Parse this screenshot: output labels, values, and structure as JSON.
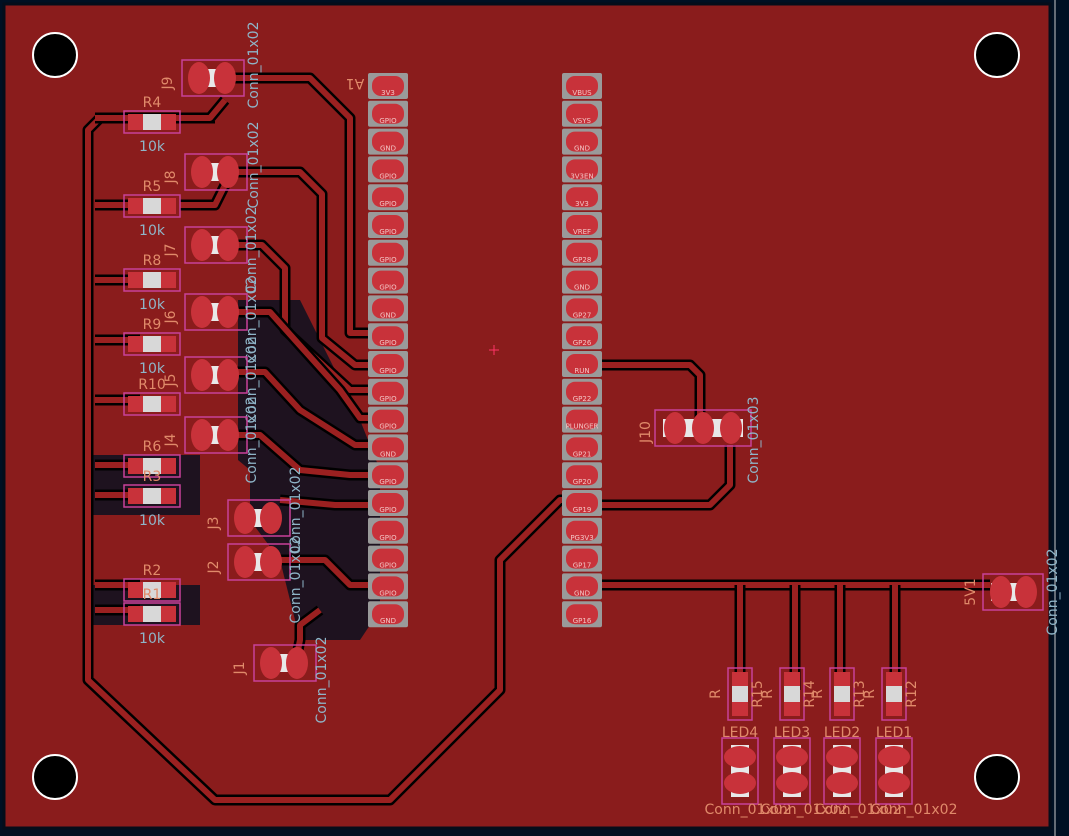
{
  "colors": {
    "background": "#001023",
    "copper": "#8a1c1c",
    "trace": "#9b2020",
    "outline": "#050d1a",
    "pad": "#c8323a",
    "pin_bg": "#9a9a9a",
    "silk_ref": "#e08a6a",
    "silk_value": "#8fb5c8",
    "courtyard": "#c8419a",
    "hole": "#ffffff"
  },
  "header_left": {
    "ref": "A1",
    "pin_labels": [
      "3V3",
      "GPIO",
      "GND",
      "GPIO",
      "GPIO",
      "GPIO",
      "GPIO",
      "GPIO",
      "GND",
      "GPIO",
      "GPIO",
      "GPIO",
      "GPIO",
      "GND",
      "GPIO",
      "GPIO",
      "GPIO",
      "GPIO",
      "GPIO",
      "GND"
    ]
  },
  "header_right": {
    "pin_labels": [
      "VBUS",
      "VSYS",
      "GND",
      "3V3EN",
      "3V3",
      "VREF",
      "GP28",
      "GND",
      "GP27",
      "GP26",
      "RUN",
      "GP22",
      "PLUNGER",
      "GP21",
      "GP20",
      "GP19",
      "PG3V3",
      "GP17",
      "GND",
      "GP16"
    ]
  },
  "resistors": [
    {
      "ref": "R4",
      "value": "10k"
    },
    {
      "ref": "R5",
      "value": "10k"
    },
    {
      "ref": "R8",
      "value": "10k"
    },
    {
      "ref": "R9",
      "value": "10k"
    },
    {
      "ref": "R10",
      "value": "10k"
    },
    {
      "ref": "R6",
      "value": "10k"
    },
    {
      "ref": "R3",
      "value": "10k"
    },
    {
      "ref": "R2",
      "value": "10k"
    },
    {
      "ref": "R1",
      "value": "10k"
    }
  ],
  "connectors": [
    {
      "ref": "J9",
      "value": "Conn_01x02"
    },
    {
      "ref": "J8",
      "value": "Conn_01x02"
    },
    {
      "ref": "J7",
      "value": "Conn_01x02"
    },
    {
      "ref": "J6",
      "value": "Conn_01x02"
    },
    {
      "ref": "J5",
      "value": "Conn_01x02"
    },
    {
      "ref": "J4",
      "value": "Conn_01x02"
    },
    {
      "ref": "J3",
      "value": "Conn_01x02"
    },
    {
      "ref": "J2",
      "value": "Conn_01x02"
    },
    {
      "ref": "J1",
      "value": "Conn_01x02"
    },
    {
      "ref": "J10",
      "value": "Conn_01x03"
    },
    {
      "ref": "5V1",
      "value": "Conn_01x02"
    }
  ],
  "leds": [
    {
      "ref": "LED4",
      "resistor": "R15",
      "rvalue": "R",
      "value": "Conn_01x02"
    },
    {
      "ref": "LED3",
      "resistor": "R14",
      "rvalue": "R",
      "value": "Conn_01x02"
    },
    {
      "ref": "LED2",
      "resistor": "R13",
      "rvalue": "R",
      "value": "Conn_01x02"
    },
    {
      "ref": "LED1",
      "resistor": "R12",
      "rvalue": "R",
      "value": "Conn_01x02"
    }
  ]
}
